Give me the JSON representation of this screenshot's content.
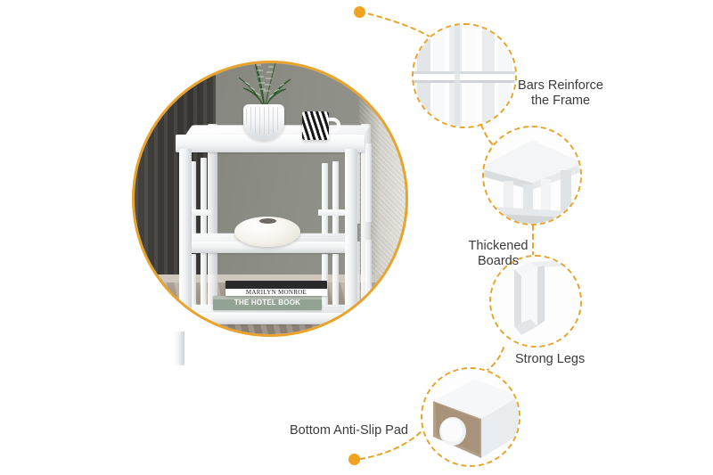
{
  "theme": {
    "accent_amber": "#E9A32A",
    "dot_amber": "#F0A31E",
    "label_color": "#3b3b3d",
    "background": "#ffffff"
  },
  "hero": {
    "name": "white 3-tier end table product photo",
    "product": "3-Tier White Side Table",
    "scene_items": {
      "plant": "green striped succulent in white fluted pot",
      "mug": "zebra-stripe ceramic mug",
      "vase": "round white ceramic vase",
      "book_top_title": "MARILYN MONROE",
      "book_bottom_title": "THE HOTEL BOOK"
    }
  },
  "callouts": [
    {
      "id": "bars-reinforce-frame",
      "label": "Bars Reinforce\nthe Frame",
      "detail": "close-up of vertical slat bars with horizontal reinforcing rail"
    },
    {
      "id": "thickened-boards",
      "label": "Thickened\nBoards",
      "detail": "angled view of thick tabletop board and legs"
    },
    {
      "id": "strong-legs",
      "label": "Strong Legs",
      "detail": "single thick white table leg profile"
    },
    {
      "id": "bottom-anti-slip-pad",
      "label": "Bottom Anti-Slip Pad",
      "detail": "leg end cross-section showing particleboard core and round white anti-slip pad"
    }
  ]
}
